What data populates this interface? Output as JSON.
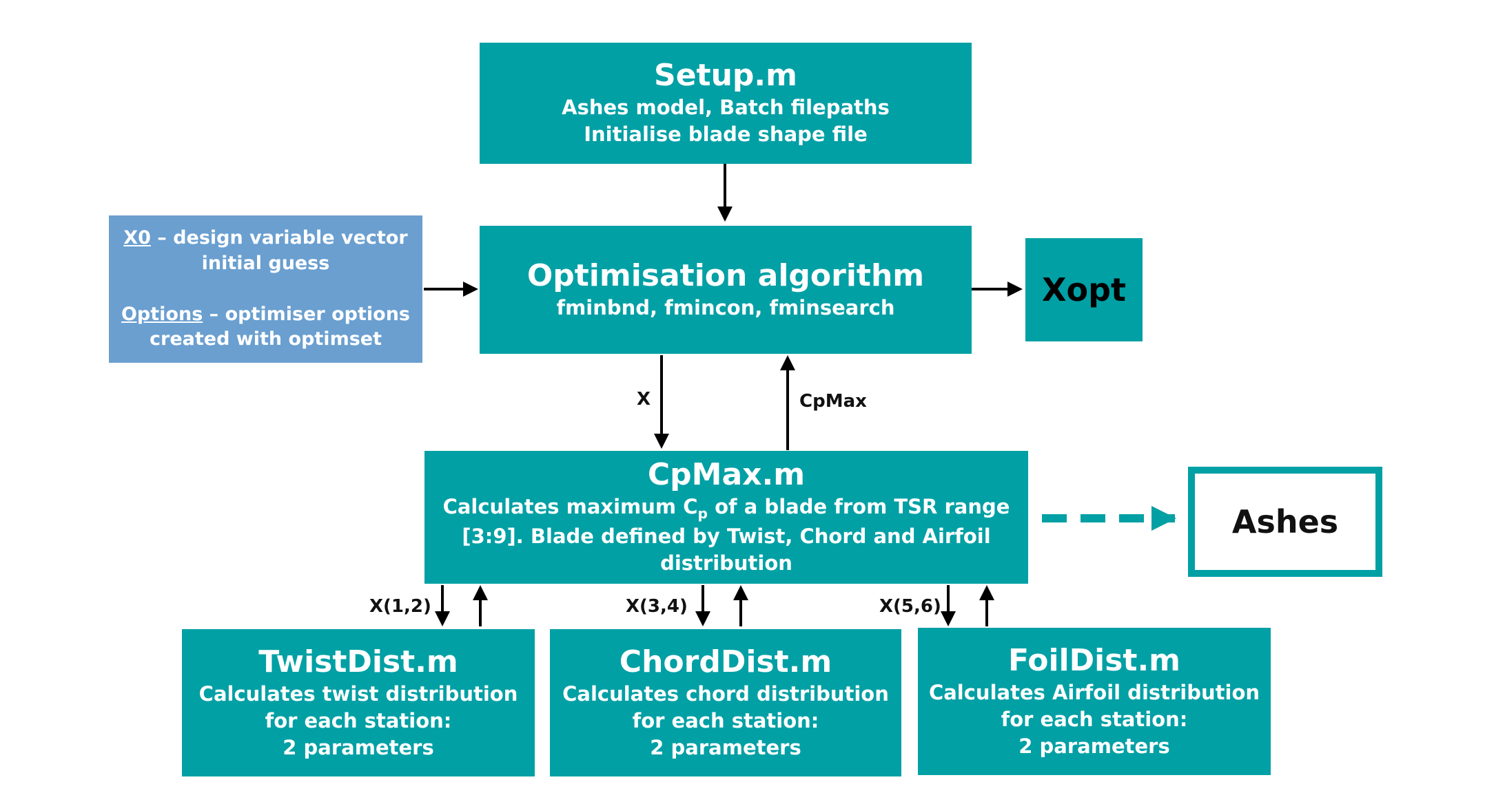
{
  "setup": {
    "title": "Setup.m",
    "line1": "Ashes model, Batch filepaths",
    "line2": "Initialise blade shape file"
  },
  "inputs": {
    "x0_term": "X0",
    "x0_text": " – design variable vector",
    "x0_text2": "initial guess",
    "options_term": "Options",
    "options_text": " – optimiser options",
    "options_text2": "created with optimset"
  },
  "optimiser": {
    "title": "Optimisation algorithm",
    "subtitle": "fminbnd, fmincon, fminsearch"
  },
  "xopt": {
    "label": "Xopt"
  },
  "arrows": {
    "x_label": "X",
    "cpmax_label": "CpMax",
    "twist_label": "X(1,2)",
    "chord_label": "X(3,4)",
    "foil_label": "X(5,6)"
  },
  "cpmax": {
    "title": "CpMax.m",
    "line1_pre": "Calculates maximum C",
    "line1_sub": "p",
    "line1_post": " of a blade from TSR range",
    "line2": "[3:9]. Blade defined by Twist, Chord and Airfoil",
    "line3": "distribution"
  },
  "ashes": {
    "label": "Ashes"
  },
  "twist": {
    "title": "TwistDist.m",
    "line1": "Calculates twist distribution",
    "line2": "for each station:",
    "line3": "2 parameters"
  },
  "chord": {
    "title": "ChordDist.m",
    "line1": "Calculates chord distribution",
    "line2": "for each station:",
    "line3": "2 parameters"
  },
  "foil": {
    "title": "FoilDist.m",
    "line1": "Calculates Airfoil distribution",
    "line2": "for each station:",
    "line3": "2 parameters"
  },
  "colors": {
    "teal": "#00a0a5",
    "blue": "#6a9fd0",
    "arrow": "#000000"
  }
}
